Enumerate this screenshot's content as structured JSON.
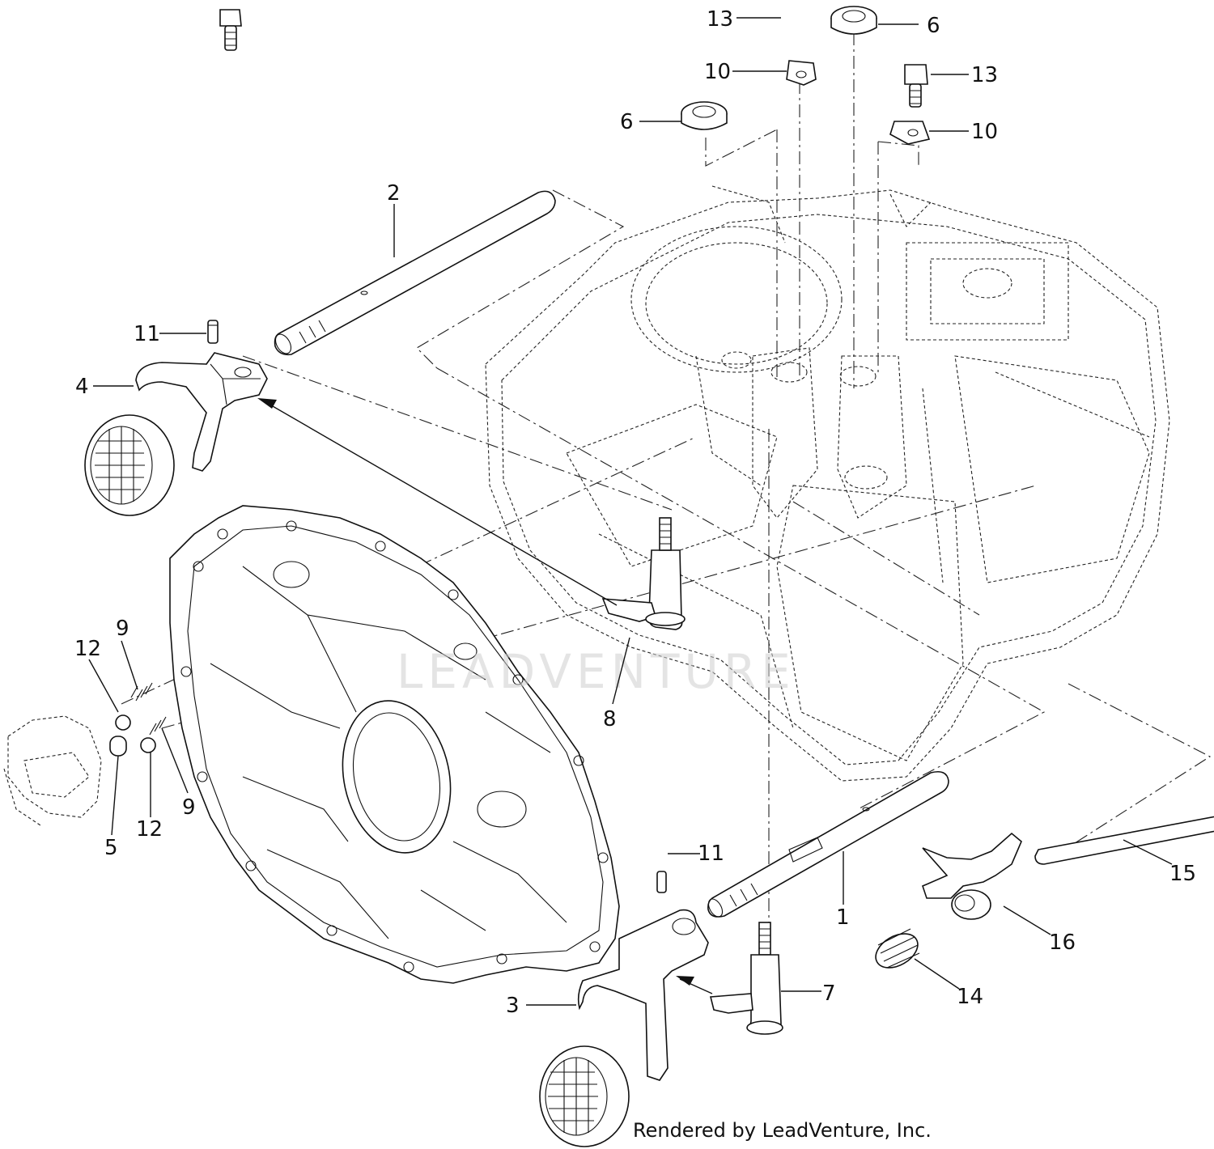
{
  "diagram": {
    "callouts": [
      "13",
      "6",
      "10",
      "13",
      "10",
      "6",
      "2",
      "11",
      "4",
      "8",
      "9",
      "12",
      "9",
      "12",
      "5",
      "11",
      "1",
      "15",
      "16",
      "14",
      "7",
      "3"
    ],
    "watermark": "LEADVENTURE",
    "credit": "Rendered by LeadVenture, Inc."
  }
}
